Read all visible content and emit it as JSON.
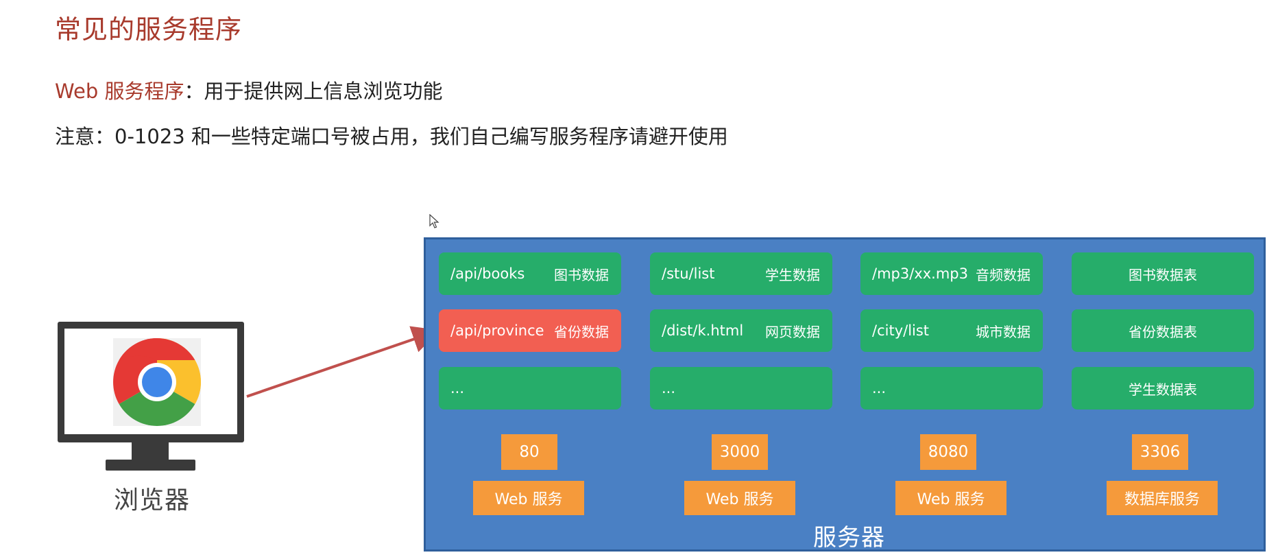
{
  "title": "常见的服务程序",
  "line1": {
    "highlight": "Web 服务程序",
    "rest": "：用于提供网上信息浏览功能"
  },
  "line2": "注意：0-1023 和一些特定端口号被占用，我们自己编写服务程序请避开使用",
  "browser": {
    "label": "浏览器",
    "icon": "chrome-icon"
  },
  "server": {
    "label": "服务器",
    "columns": [
      {
        "rows": [
          {
            "path": "/api/books",
            "desc": "图书数据"
          },
          {
            "path": "/api/province",
            "desc": "省份数据",
            "highlight": true
          },
          {
            "path": "...",
            "desc": ""
          }
        ],
        "port": "80",
        "service": "Web 服务"
      },
      {
        "rows": [
          {
            "path": "/stu/list",
            "desc": "学生数据"
          },
          {
            "path": "/dist/k.html",
            "desc": "网页数据"
          },
          {
            "path": "...",
            "desc": ""
          }
        ],
        "port": "3000",
        "service": "Web 服务"
      },
      {
        "rows": [
          {
            "path": "/mp3/xx.mp3",
            "desc": "音频数据"
          },
          {
            "path": "/city/list",
            "desc": "城市数据"
          },
          {
            "path": "...",
            "desc": ""
          }
        ],
        "port": "8080",
        "service": "Web 服务"
      },
      {
        "rows": [
          {
            "path": "",
            "desc": "图书数据表"
          },
          {
            "path": "",
            "desc": "省份数据表"
          },
          {
            "path": "",
            "desc": "学生数据表"
          }
        ],
        "port": "3306",
        "service": "数据库服务"
      }
    ]
  },
  "colors": {
    "title": "#a83a2c",
    "server_bg": "#4a80c4",
    "cell_green": "#26ad6a",
    "cell_red": "#f25f52",
    "port_orange": "#f59a3b",
    "arrow": "#c0504d"
  }
}
